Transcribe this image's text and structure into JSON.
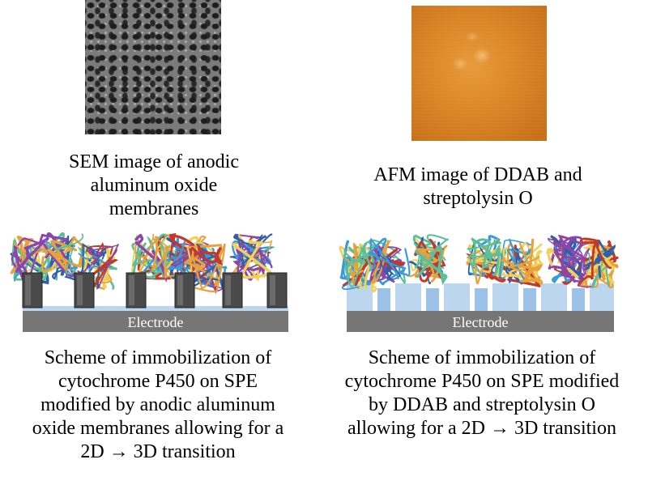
{
  "left_panel": {
    "image_caption_lines": [
      "SEM image of anodic",
      "aluminum oxide",
      "membranes"
    ],
    "electrode_label": "Electrode",
    "scheme_caption_lines": [
      "Scheme of immobilization of",
      "cytochrome P450 on SPE",
      "modified by anodic aluminum",
      "oxide membranes allowing for a",
      "2D → 3D transition"
    ]
  },
  "right_panel": {
    "image_caption_lines": [
      "AFM image of DDAB and",
      "streptolysin O"
    ],
    "electrode_label": "Electrode",
    "scheme_caption_lines": [
      "Scheme of immobilization of",
      "cytochrome P450 on SPE modified",
      "by DDAB and streptolysin O",
      "allowing for a 2D → 3D transition"
    ]
  },
  "colors": {
    "electrode": "#767676",
    "membrane_pillar": "#4a4a4a",
    "lipid_layer": "#bcd6f0",
    "protein_palette": [
      "#2e5fa8",
      "#c0392b",
      "#e8a23c",
      "#3a9ad9",
      "#8e44ad",
      "#f1d15a",
      "#5bbf9a"
    ]
  }
}
